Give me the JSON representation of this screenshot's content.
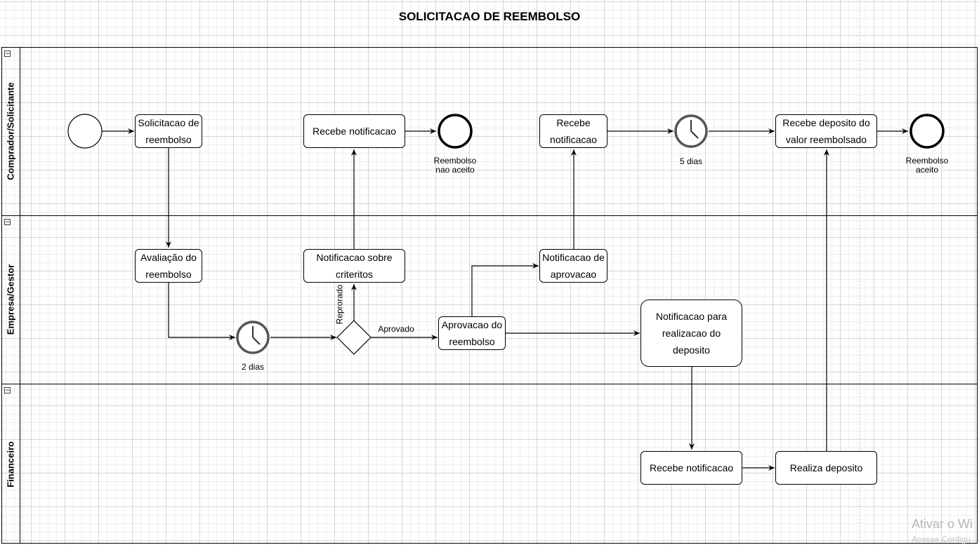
{
  "title": "SOLICITACAO DE REEMBOLSO",
  "lanes": {
    "comprador": "Comprador/Solicitante",
    "empresa": "Empresa/Gestor",
    "financeiro": "Financeiro"
  },
  "collapse_symbol": "⊟",
  "tasks": {
    "solicitacao": "Solicitacao de\nreembolso",
    "recebe_notif_1": "Recebe notificacao",
    "recebe_notif_2": "Recebe\nnotificacao",
    "recebe_deposito": "Recebe deposito do\nvalor reembolsado",
    "avaliacao": "Avaliação do\nreembolso",
    "notif_criterios": "Notificacao sobre\ncriteritos",
    "notif_aprovacao": "Notificacao de\naprovacao",
    "aprovacao": "Aprovacao do\nreembolso",
    "notif_deposito": "Notificacao para\nrealizacao do\ndeposito",
    "recebe_notif_fin": "Recebe notificacao",
    "realiza_deposito": "Realiza deposito"
  },
  "event_labels": {
    "end_not_accepted": "Reembolso\nnao aceito",
    "timer_5": "5 dias",
    "end_accepted": "Reembolso\naceito",
    "timer_2": "2 dias"
  },
  "flow_labels": {
    "reprovado": "Reprorado",
    "aprovado": "Aprovado"
  },
  "watermark": {
    "line1": "Ativar o Wi",
    "line2": "Acesse Configu"
  }
}
